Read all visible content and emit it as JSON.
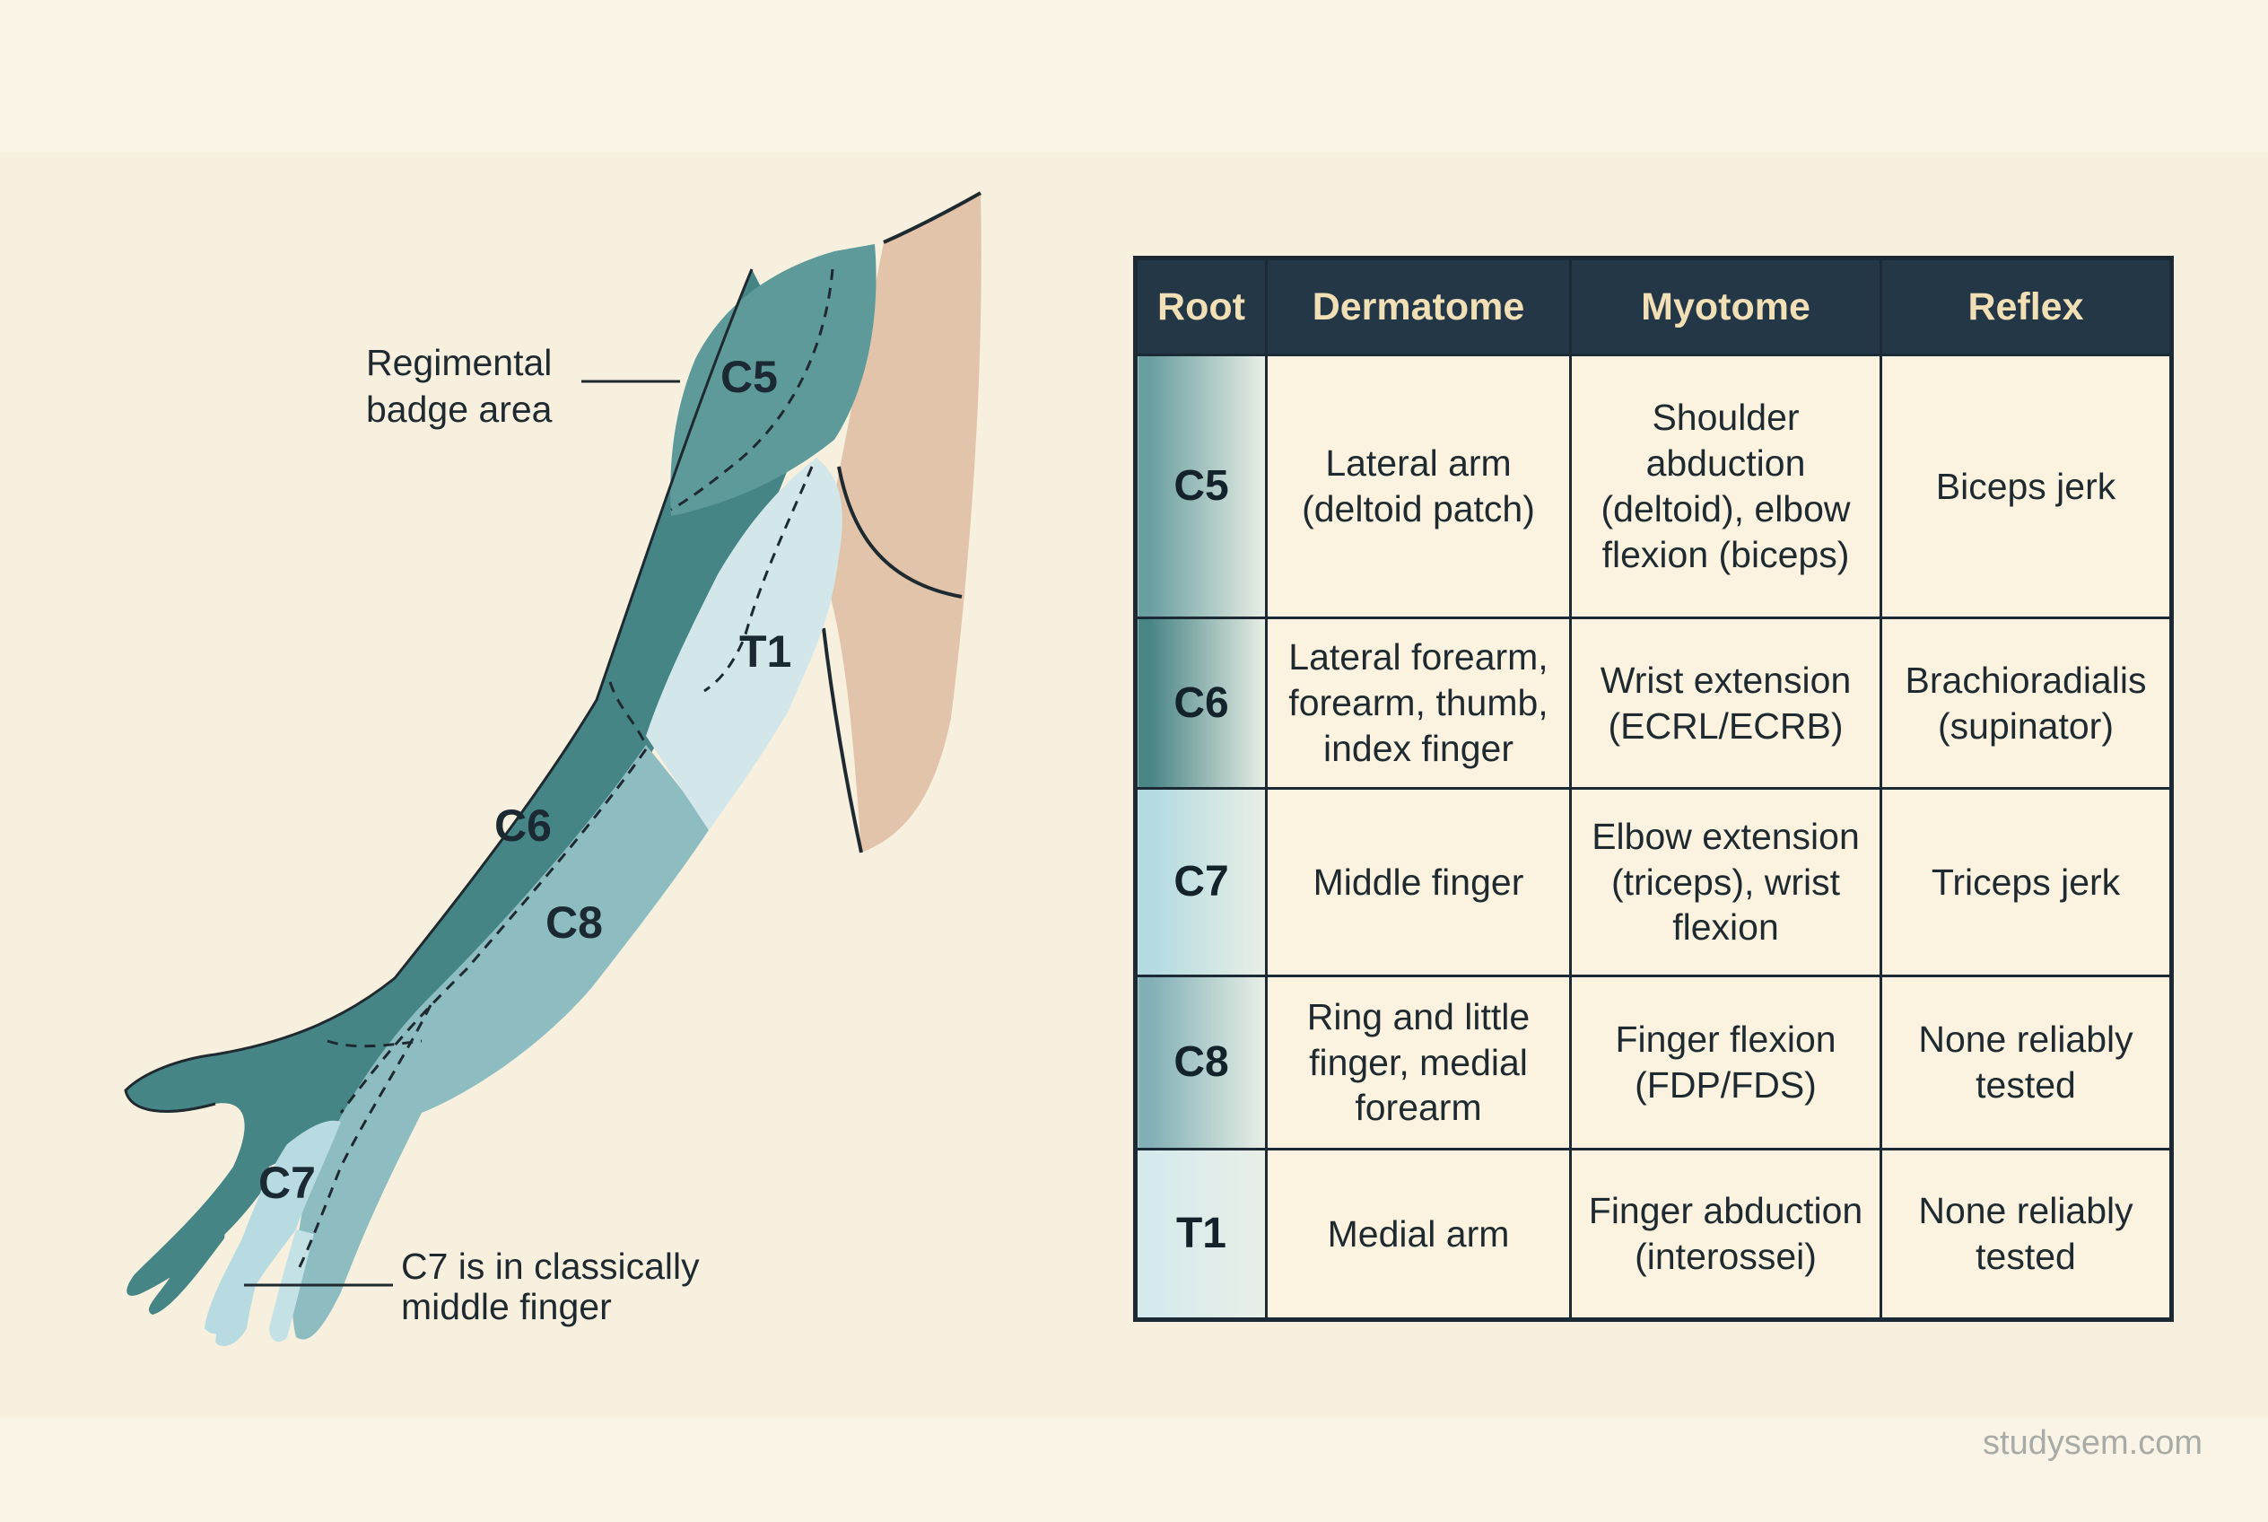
{
  "diagram": {
    "segments": [
      {
        "label": "C5",
        "color": "#5e9a9a"
      },
      {
        "label": "T1",
        "color": "#d3e7ea"
      },
      {
        "label": "C6",
        "color": "#468585"
      },
      {
        "label": "C8",
        "color": "#8ebdc1"
      },
      {
        "label": "C7",
        "color": "#b7dbe0"
      }
    ],
    "shoulder_color": "#e2c4aa",
    "callouts": {
      "badge": [
        "Regimental",
        "badge area"
      ],
      "c7": [
        "C7 is in classically",
        "middle finger"
      ]
    }
  },
  "table": {
    "headers": {
      "root": "Root",
      "dermatome": "Dermatome",
      "myotome": "Myotome",
      "reflex": "Reflex"
    },
    "rows": [
      {
        "root": "C5",
        "dermatome": "Lateral arm (deltoid patch)",
        "myotome": "Shoulder abduction (deltoid), elbow flexion (biceps)",
        "reflex": "Biceps jerk",
        "color": "#6a9fa0"
      },
      {
        "root": "C6",
        "dermatome": "Lateral forearm, forearm, thumb, index finger",
        "myotome": "Wrist extension (ECRL/ECRB)",
        "reflex": "Brachioradialis (supinator)",
        "color": "#4a8586"
      },
      {
        "root": "C7",
        "dermatome": "Middle finger",
        "myotome": "Elbow extension (triceps), wrist flexion",
        "reflex": "Triceps jerk",
        "color": "#b3dbe1"
      },
      {
        "root": "C8",
        "dermatome": "Ring and little finger, medial forearm",
        "myotome": "Finger flexion (FDP/FDS)",
        "reflex": "None reliably tested",
        "color": "#82b0b6"
      },
      {
        "root": "T1",
        "dermatome": "Medial arm",
        "myotome": "Finger abduction (interossei)",
        "reflex": "None reliably tested",
        "color": "#d6eaee"
      }
    ]
  },
  "footer": {
    "watermark": "studysem.com"
  }
}
